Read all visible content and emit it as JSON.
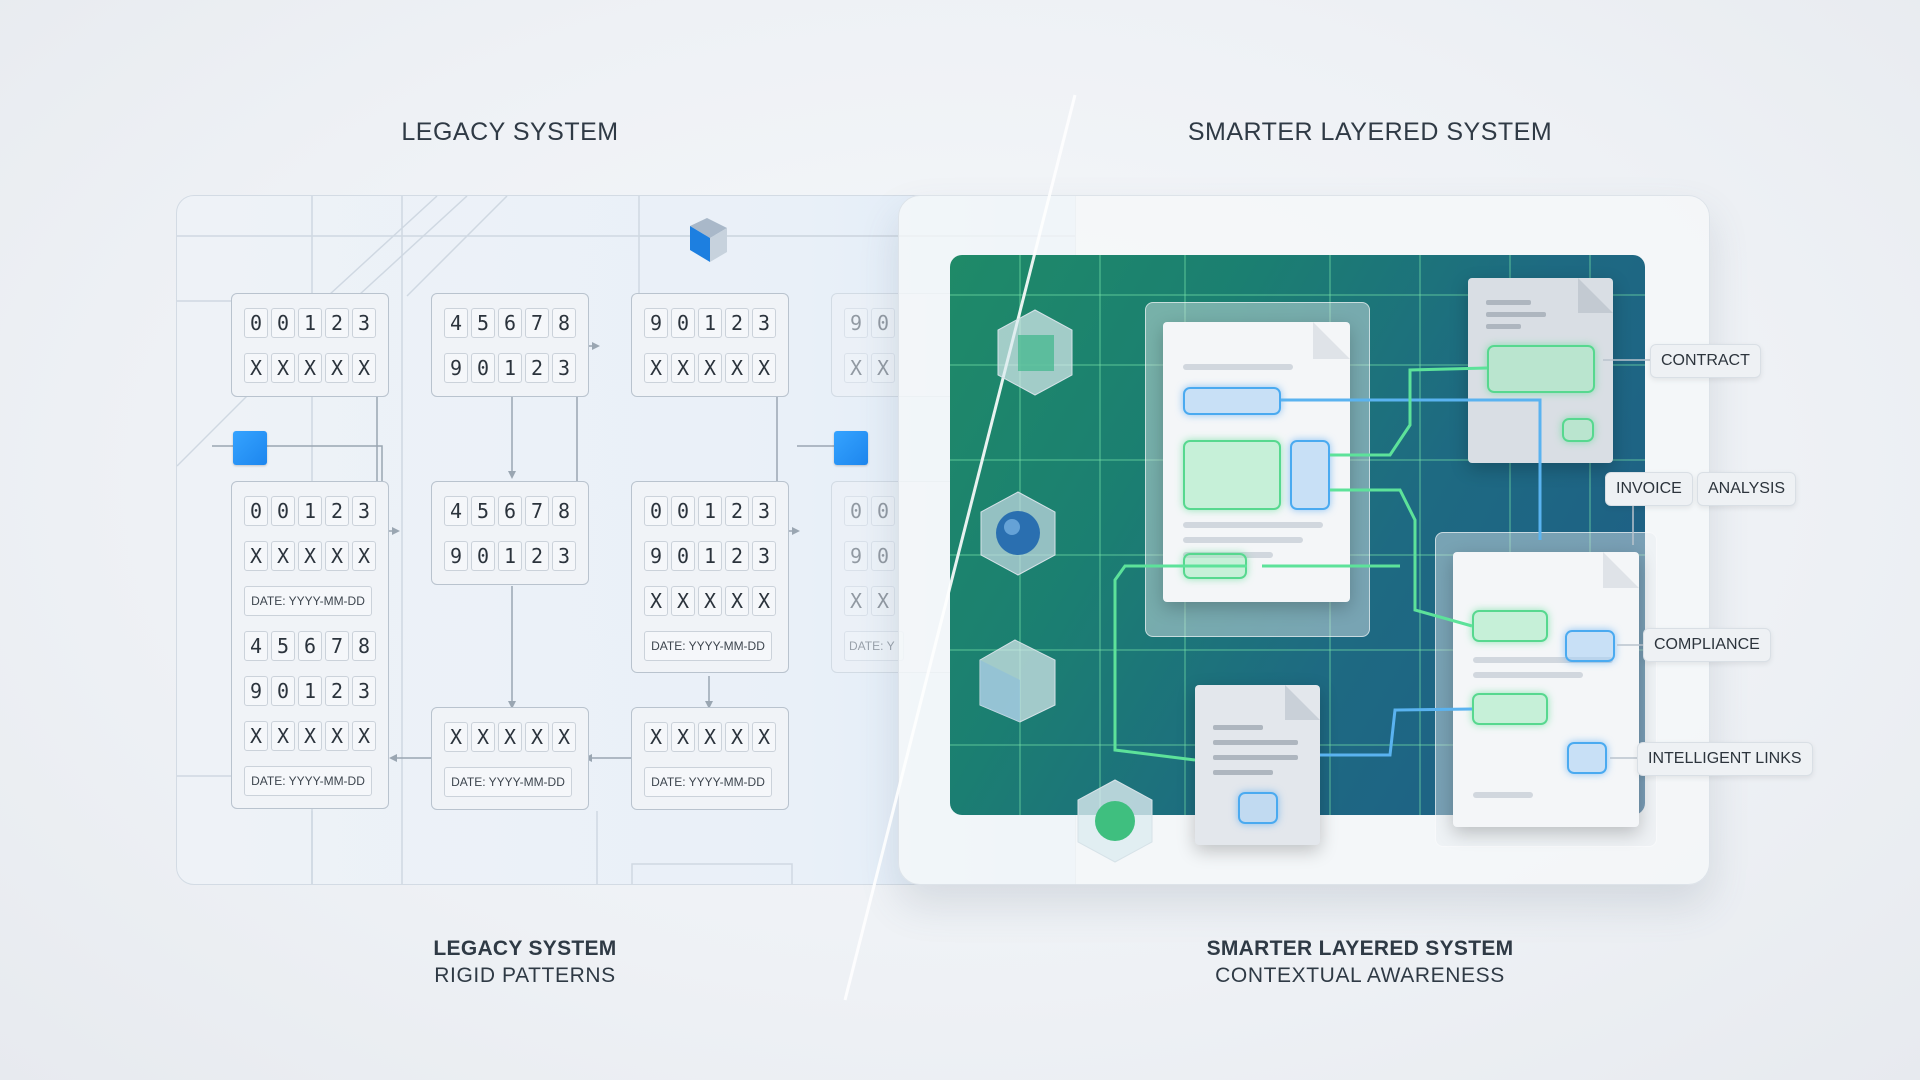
{
  "titles": {
    "legacy": "LEGACY SYSTEM",
    "smart": "SMARTER LAYERED SYSTEM"
  },
  "captions": {
    "legacy_title": "LEGACY SYSTEM",
    "legacy_subtitle": "RIGID PATTERNS",
    "smart_title": "SMARTER LAYERED SYSTEM",
    "smart_subtitle": "CONTEXTUAL AWARENESS"
  },
  "legacy_cards": [
    {
      "rows": [
        "00123",
        "XXXXX"
      ],
      "date": ""
    },
    {
      "rows": [
        "45678",
        "90123"
      ],
      "date": ""
    },
    {
      "rows": [
        "90123",
        "XXXXX"
      ],
      "date": ""
    },
    {
      "rows": [
        "90",
        "XX"
      ],
      "date": ""
    },
    {
      "rows": [
        "00123",
        "XXXXX"
      ],
      "date": "DATE: YYYY-MM-DD",
      "rows2": [
        "45678",
        "90123",
        "XXXXX"
      ],
      "date2": "DATE: YYYY-MM-DD"
    },
    {
      "rows": [
        "45678",
        "90123"
      ],
      "date": ""
    },
    {
      "rows": [
        "00123",
        "90123",
        "XXXXX"
      ],
      "date": "DATE: YYYY-MM-DD"
    },
    {
      "rows": [
        "00",
        "90",
        "XX"
      ],
      "date": "DATE: Y"
    },
    {
      "rows": [
        "XXXXX"
      ],
      "date": "DATE: YYYY-MM-DD"
    },
    {
      "rows": [
        "XXXXX"
      ],
      "date": "DATE: YYYY-MM-DD"
    }
  ],
  "smart_tags": {
    "contract": "CONTRACT",
    "invoice": "INVOICE",
    "analysis": "ANALYSIS",
    "compliance": "COMPLIANCE",
    "intelligent_links": "INTELLIGENT LINKS"
  },
  "colors": {
    "accent_blue": "#1d86ee",
    "accent_green": "#57d88f",
    "board_green": "#1f8a68",
    "board_blue": "#1f5c87"
  }
}
